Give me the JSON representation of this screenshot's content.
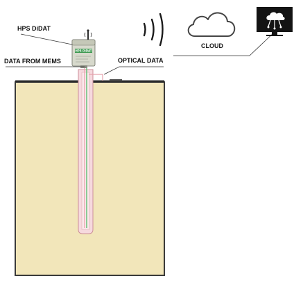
{
  "labels": {
    "device": "HPS DiDAT",
    "mems": "DATA FROM MEMS",
    "optical": "OPTICAL DATA",
    "cloud": "CLOUD"
  },
  "device_face_text": "HPS DiDAT",
  "icons": [
    "antenna-icon",
    "wireless-signal-icon",
    "cloud-icon",
    "monitor-cloud-icon"
  ],
  "colors": {
    "soil": "#f2e6ba",
    "soil_border": "#3a3a3a",
    "ground_line": "#2b2b2b",
    "casing": "#e9c6cc",
    "green_line": "#67c17a",
    "device_body": "#d7d9cc",
    "device_accent": "#3f9a52",
    "monitor": "#141414",
    "leader_line": "#333333"
  }
}
